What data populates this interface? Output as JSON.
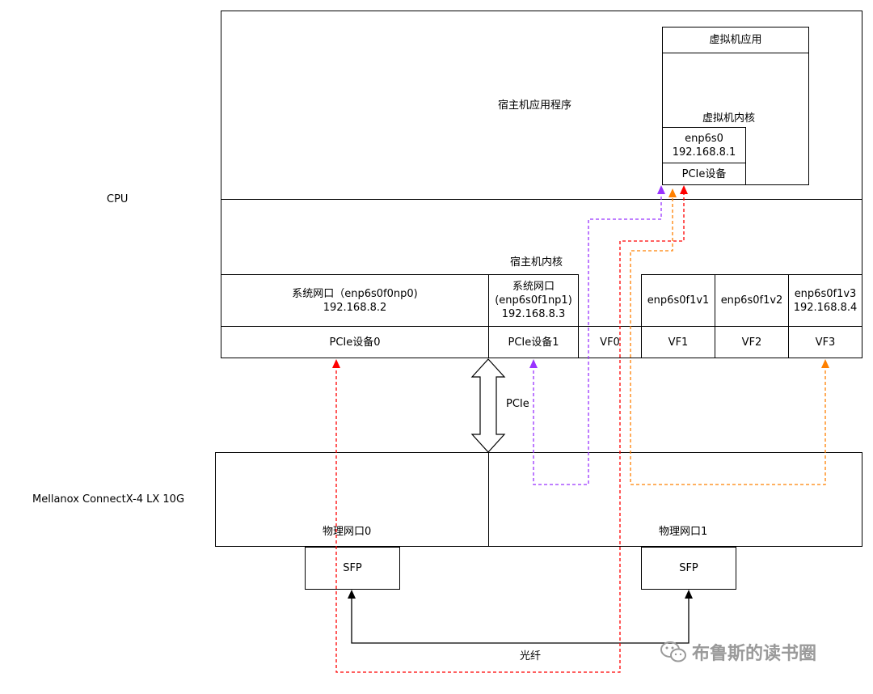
{
  "labels": {
    "cpu": "CPU",
    "nic": "Mellanox ConnectX-4 LX 10G",
    "host_app": "宿主机应用程序",
    "vm_app": "虚拟机应用",
    "vm_kernel": "虚拟机内核",
    "vm_if_name": "enp6s0",
    "vm_if_ip": "192.168.8.1",
    "vm_pcie": "PCIe设备",
    "host_kernel": "宿主机内核",
    "sys_if0_name": "系统网口（enp6s0f0np0)",
    "sys_if0_ip": "192.168.8.2",
    "sys_if1_name": "系统网口",
    "sys_if1_dev": "(enp6s0f1np1)",
    "sys_if1_ip": "192.168.8.3",
    "vf1_if": "enp6s0f1v1",
    "vf2_if": "enp6s0f1v2",
    "vf3_if_name": "enp6s0f1v3",
    "vf3_if_ip": "192.168.8.4",
    "pcie_dev0": "PCIe设备0",
    "pcie_dev1": "PCIe设备1",
    "vf0": "VF0",
    "vf1": "VF1",
    "vf2": "VF2",
    "vf3": "VF3",
    "pcie_bus": "PCIe",
    "phys_port0": "物理网口0",
    "phys_port1": "物理网口1",
    "sfp_left": "SFP",
    "sfp_right": "SFP",
    "fiber": "光纤"
  },
  "watermark": "布鲁斯的读书圈",
  "colors": {
    "red_path": "#ff0000",
    "purple_path": "#9933ff",
    "orange_path": "#ff8000",
    "line": "#000000",
    "watermark": "#9a9a9a"
  }
}
